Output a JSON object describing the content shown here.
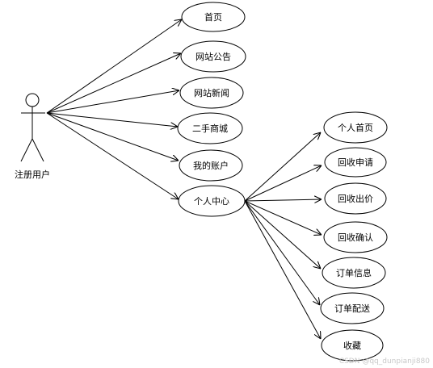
{
  "actor": {
    "label": "注册用户"
  },
  "use_cases": {
    "home": "首页",
    "announcement": "网站公告",
    "news": "网站新闻",
    "second_hand_mall": "二手商城",
    "my_account": "我的账户",
    "personal_center": "个人中心"
  },
  "personal_center_items": {
    "personal_home": "个人首页",
    "recycle_apply": "回收申请",
    "recycle_price": "回收出价",
    "recycle_confirm": "回收确认",
    "order_info": "订单信息",
    "order_delivery": "订单配送",
    "favorites": "收藏"
  },
  "watermark": "CSDN @qq_dunpianji880"
}
